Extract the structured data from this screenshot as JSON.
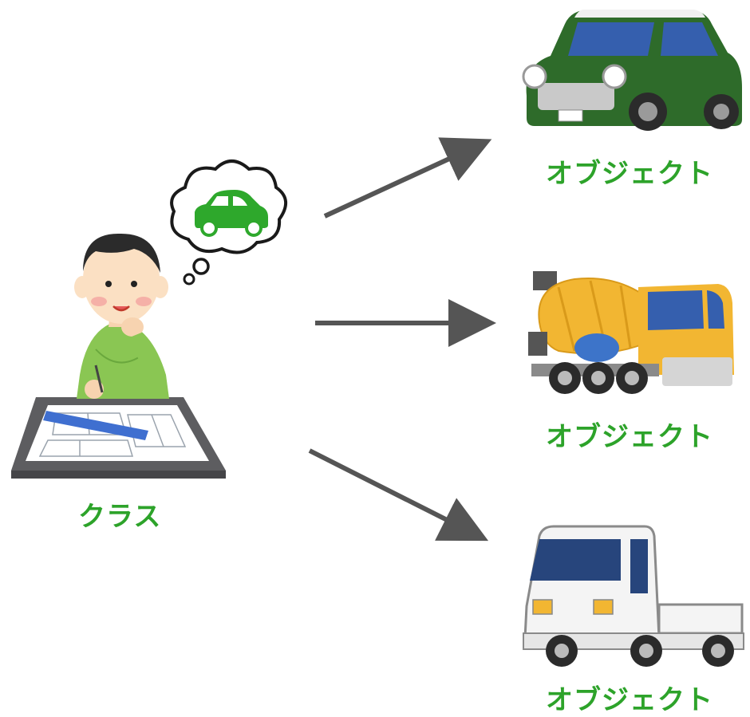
{
  "class_label": "クラス",
  "objects": [
    {
      "label": "オブジェクト",
      "icon": "green-compact-car-icon"
    },
    {
      "label": "オブジェクト",
      "icon": "cement-mixer-truck-icon"
    },
    {
      "label": "オブジェクト",
      "icon": "white-flatbed-truck-icon"
    }
  ],
  "colors": {
    "label_green": "#2da32a",
    "arrow_gray": "#555555",
    "thought_car_green": "#2ea82c"
  }
}
